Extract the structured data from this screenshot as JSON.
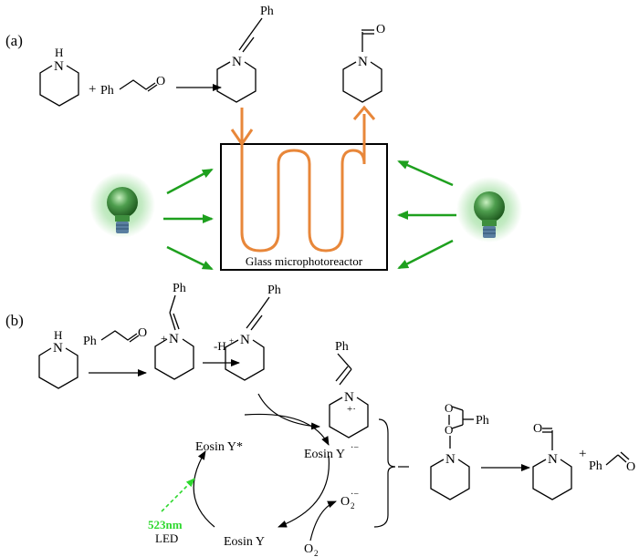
{
  "panel_a": {
    "label": "(a)",
    "reactant1_atom": "N",
    "reactant1_h": "H",
    "plus": "+",
    "reactant2_ph": "Ph",
    "reactant2_o": "O",
    "enamine_ph": "Ph",
    "enamine_n": "N",
    "product_o": "O",
    "product_n": "N",
    "reactor_label": "Glass microphotoreactor",
    "colors": {
      "tube": "#E8873A",
      "green_arrow": "#1EA01E",
      "bulb": "#2E7D2E",
      "bulb_glow": "#7BD17B"
    }
  },
  "panel_b": {
    "label": "(b)",
    "pip_n": "N",
    "pip_h": "H",
    "aldehyde_ph": "Ph",
    "aldehyde_o": "O",
    "iminium_ph": "Ph",
    "iminium_n": "N",
    "iminium_charge": "+",
    "deprot_label": "-H",
    "deprot_sup": "+",
    "enamine_ph": "Ph",
    "enamine_n": "N",
    "radcat_ph": "Ph",
    "radcat_n": "N",
    "radcat_charge": "+·",
    "eosin_excited": "Eosin Y*",
    "eosin_radanion": "Eosin Y",
    "eosin_radanion_sup": "·−",
    "eosin_ground": "Eosin Y",
    "superoxide": "O",
    "superoxide_sub": "2",
    "superoxide_sup": "·−",
    "oxygen": "O",
    "oxygen_sub": "2",
    "light_wavelength": "523nm",
    "light_source": "LED",
    "dioxetane_o1": "O",
    "dioxetane_o2": "O",
    "dioxetane_ph": "Ph",
    "dioxetane_n": "N",
    "formamide_o": "O",
    "formamide_n": "N",
    "plus": "+",
    "benz_ph": "Ph",
    "benz_o": "O",
    "colors": {
      "light": "#2ED82E"
    }
  }
}
